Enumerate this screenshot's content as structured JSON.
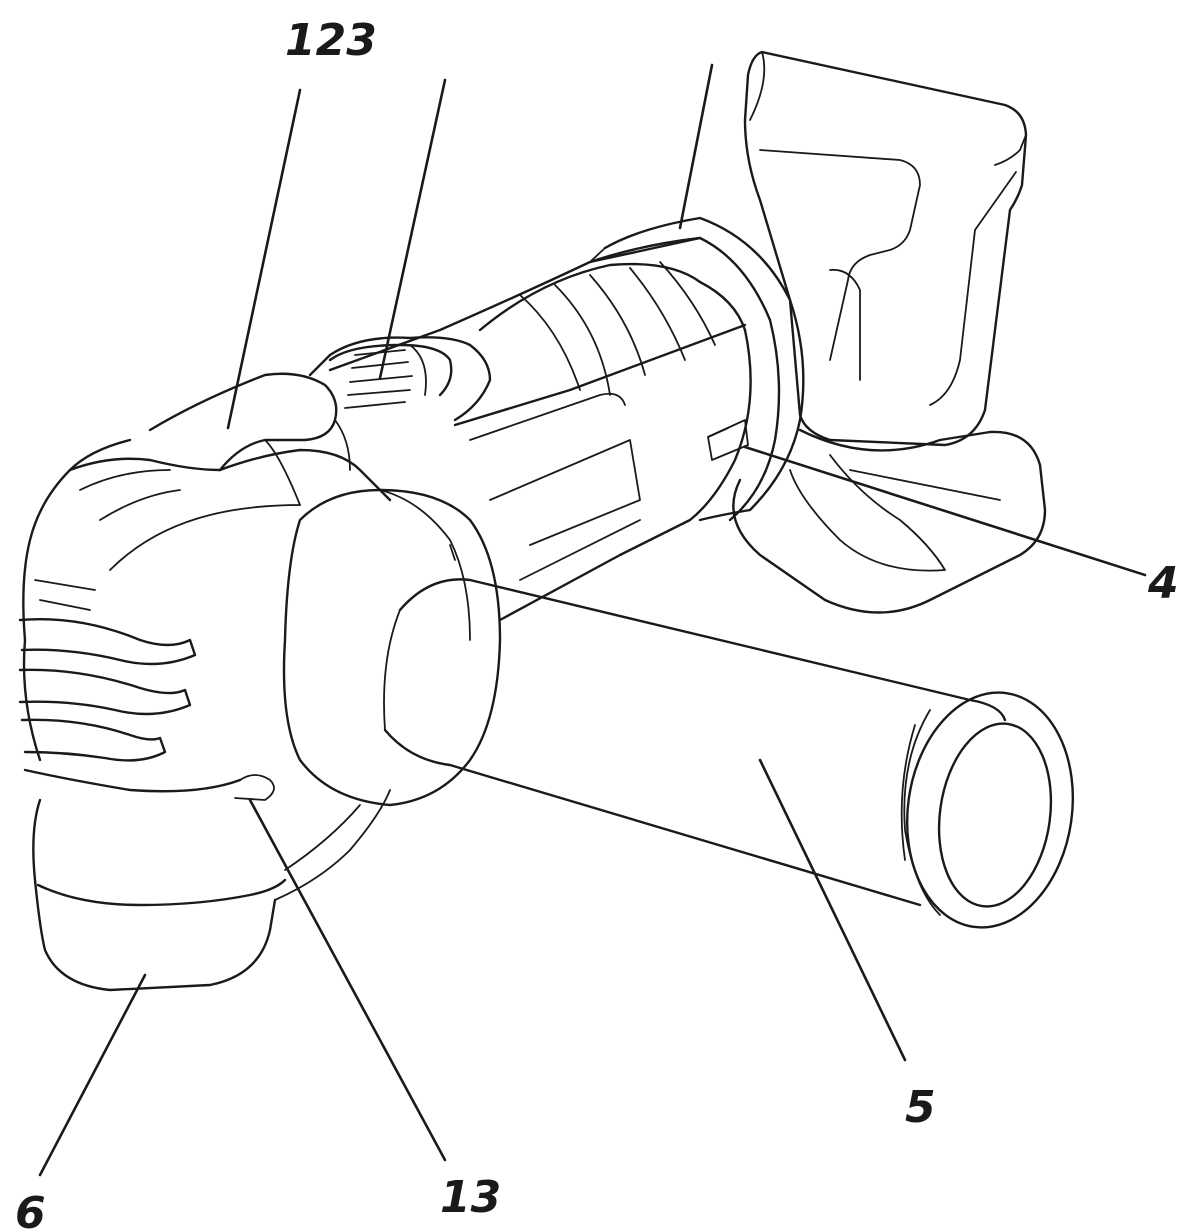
{
  "figure": {
    "labels": {
      "l123": "123",
      "l4": "4",
      "l5": "5",
      "l6": "6",
      "l13": "13"
    }
  }
}
